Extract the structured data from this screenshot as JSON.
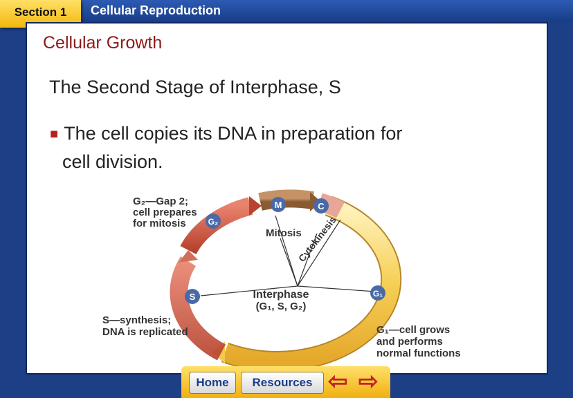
{
  "header": {
    "section_tab": "Section 1",
    "chapter_title": "Cellular Reproduction"
  },
  "slide": {
    "title": "Cellular Growth",
    "subtitle": "The Second Stage of Interphase, S",
    "bullet_line1": "The cell copies its DNA in preparation for",
    "bullet_line2": "cell division."
  },
  "diagram": {
    "g2_caption": [
      "G₂—Gap 2;",
      "cell prepares",
      "for mitosis"
    ],
    "s_caption": [
      "S—synthesis;",
      "DNA is replicated"
    ],
    "g1_caption": [
      "G₁—cell grows",
      "and performs",
      "normal functions"
    ],
    "badge_m": "M",
    "badge_c": "C",
    "badge_g2": "G₂",
    "badge_s": "S",
    "badge_g1": "G₁",
    "mitosis_label": "Mitosis",
    "cytokinesis_label": "Cytokinesis",
    "interphase_label": "Interphase",
    "interphase_phases": "(G₁, S, G₂)"
  },
  "nav": {
    "home": "Home",
    "resources": "Resources",
    "back_icon": "⇦",
    "forward_icon": "⇨"
  },
  "colors": {
    "tab_gold": "#f3b70e",
    "frame_blue": "#1c3f86",
    "title_red": "#8b1a1a"
  }
}
